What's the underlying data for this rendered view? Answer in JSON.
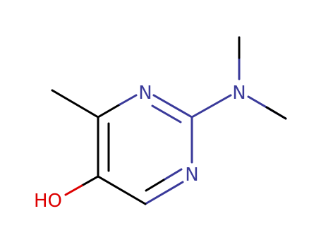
{
  "molecule": {
    "atoms": {
      "n_top": {
        "label": "N",
        "color": "#3a3a9a"
      },
      "n_bottom": {
        "label": "N",
        "color": "#3a3a9a"
      },
      "n_amine": {
        "label": "N",
        "color": "#3a3a9a"
      },
      "hydroxyl": {
        "label": "HO",
        "color": "#dd0000"
      }
    },
    "colors": {
      "carbon_bond": "#000000",
      "nitrogen": "#3a3a9a",
      "oxygen": "#dd0000",
      "background": "#ffffff"
    }
  }
}
